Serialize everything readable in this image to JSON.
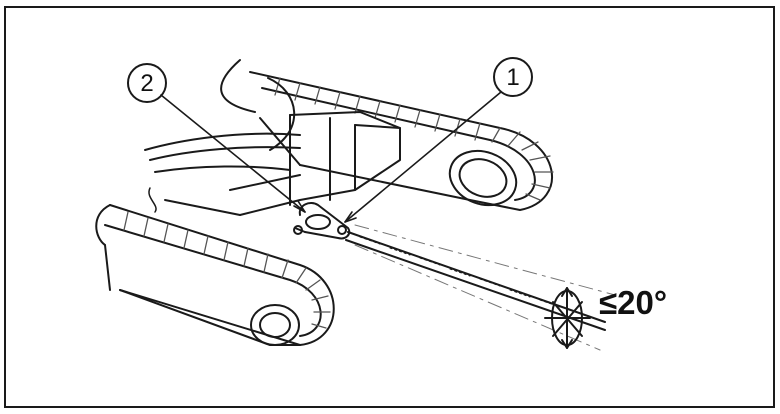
{
  "callouts": [
    {
      "number": "1",
      "points_to": "tow-rope-shackle-right"
    },
    {
      "number": "2",
      "points_to": "tow-rope-shackle-left"
    }
  ],
  "angle_limit": {
    "label": "≤20°",
    "value_degrees": 20,
    "comparator": "less-than-or-equal"
  },
  "colors": {
    "line": "#1a1a1a",
    "frame": "#1a1a1a",
    "background": "#ffffff",
    "hatch": "#555555"
  }
}
